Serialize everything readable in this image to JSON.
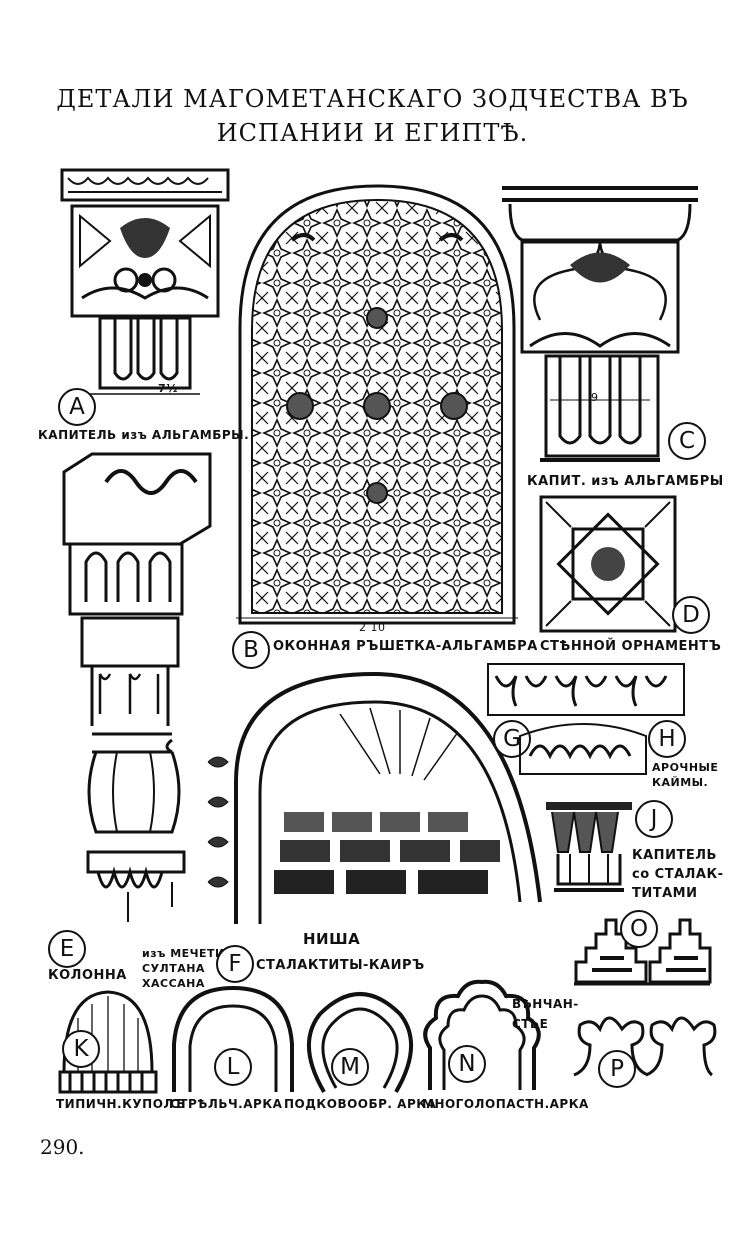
{
  "page": {
    "title_line1": "ДЕТАЛИ МАГОМЕТАНСКАГО ЗОДЧЕСТВА ВЪ",
    "title_line2": "ИСПАНИИ И ЕГИПТѢ.",
    "page_number": "290."
  },
  "plates": [
    {
      "letter": "A",
      "caption": "КАПИТЕЛЬ изъ АЛЬГАМБРЫ.",
      "dimension": "7½"
    },
    {
      "letter": "B",
      "caption": "ОКОННАЯ РЪШЕТКА-АЛЬГАМБРА",
      "dimension": "2 10"
    },
    {
      "letter": "C",
      "caption": "КАПИТ. изъ АЛЬГАМБРЫ",
      "dimension": "9"
    },
    {
      "letter": "D",
      "caption": "СТѢННОЙ ОРНАМЕНТЪ"
    },
    {
      "letter": "E",
      "caption": "КОЛОННА",
      "caption_extra": [
        "изъ МЕЧЕТИ",
        "СУЛТАНА",
        "ХАССАНА"
      ]
    },
    {
      "letter": "F",
      "caption_top": "НИША",
      "caption": "СТАЛАКТИТЫ-КАИРЪ"
    },
    {
      "letter": "G"
    },
    {
      "letter": "H",
      "caption_lines": [
        "АРОЧНЫЕ",
        "КАЙМЫ."
      ]
    },
    {
      "letter": "J",
      "caption_lines": [
        "КАПИТЕЛЬ",
        "со СТАЛАК-",
        "ТИТАМИ"
      ]
    },
    {
      "letter": "O"
    },
    {
      "letter": "P",
      "caption_lines": [
        "ВѢНЧАН-",
        "СТЬЕ"
      ]
    },
    {
      "letter": "K",
      "caption": "ТИПИЧН.КУПОЛЪ"
    },
    {
      "letter": "L",
      "caption": "СТРѢЛЬЧ.АРКА"
    },
    {
      "letter": "M",
      "caption": "ПОДКОВООБР. АРКА"
    },
    {
      "letter": "N",
      "caption": "МНОГОЛОПАСТН.АРКА"
    }
  ]
}
